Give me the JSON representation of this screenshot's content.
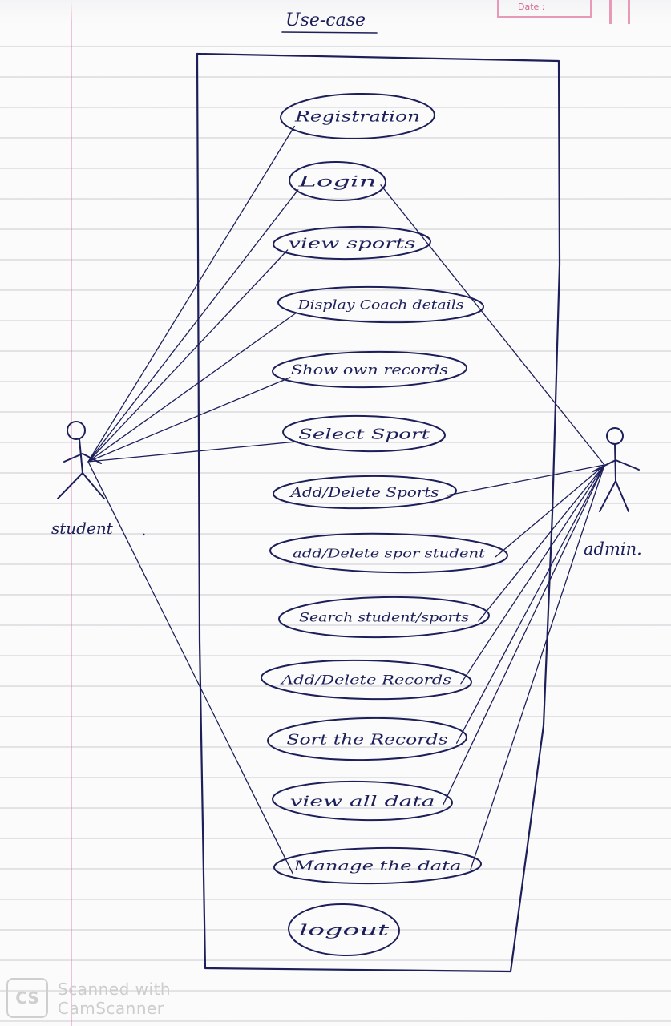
{
  "page": {
    "date_label": "Date :",
    "ink_color": "#1d1f5a",
    "margin_color": "#e79ab7"
  },
  "diagram": {
    "title": "Use-case",
    "actors": {
      "student": "student",
      "admin": "admin."
    },
    "use_cases": [
      "Registration",
      "Login",
      "view sports",
      "Display Coach details",
      "Show own records",
      "Select Sport",
      "Add/Delete Sports",
      "add/Delete spor student",
      "Search student/sports",
      "Add/Delete Records",
      "Sort the Records",
      "view all data",
      "Manage the data",
      "logout"
    ],
    "associations": {
      "student": [
        "Registration",
        "Login",
        "view sports",
        "Display Coach details",
        "Show own records",
        "Select Sport",
        "Manage the data"
      ],
      "admin": [
        "Login",
        "Add/Delete Sports",
        "add/Delete spor student",
        "Search student/sports",
        "Add/Delete Records",
        "Sort the Records",
        "view all data",
        "Manage the data"
      ]
    }
  },
  "watermark": {
    "logo": "CS",
    "line1": "Scanned with",
    "line2": "CamScanner"
  }
}
